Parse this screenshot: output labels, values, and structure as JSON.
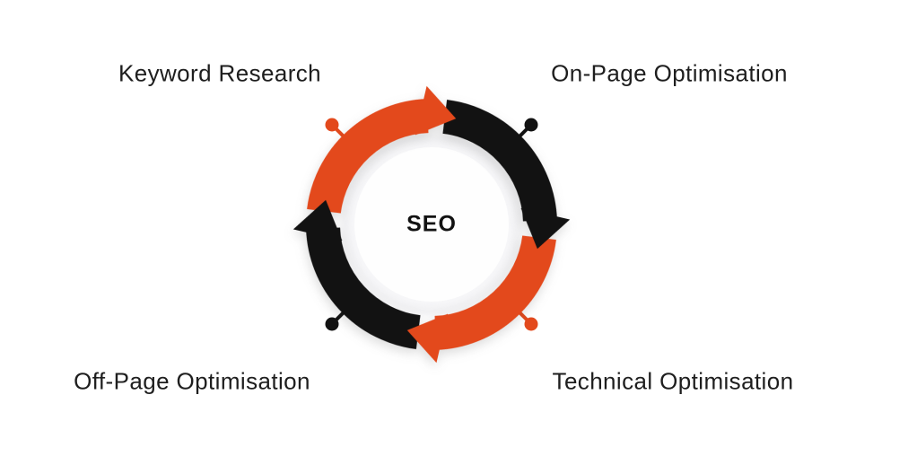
{
  "page": {
    "background": "#FFFFFF"
  },
  "diagram": {
    "center_label": "SEO",
    "nodes": [
      {
        "label": "Keyword Research",
        "position": "top-left",
        "color": "#E3491C"
      },
      {
        "label": "On-Page Optimisation",
        "position": "top-right",
        "color": "#121212"
      },
      {
        "label": "Off-Page Optimisation",
        "position": "bottom-left",
        "color": "#121212"
      },
      {
        "label": "Technical Optimisation",
        "position": "bottom-right",
        "color": "#E3491C"
      }
    ],
    "colors": {
      "orange": "#E3491C",
      "black": "#121212",
      "halo": "#EFEFF1",
      "inner_mid": "#F6F6F8",
      "inner_circle": "#FEFEFE",
      "text": "#1E1E1E",
      "background": "#FFFFFF"
    }
  }
}
